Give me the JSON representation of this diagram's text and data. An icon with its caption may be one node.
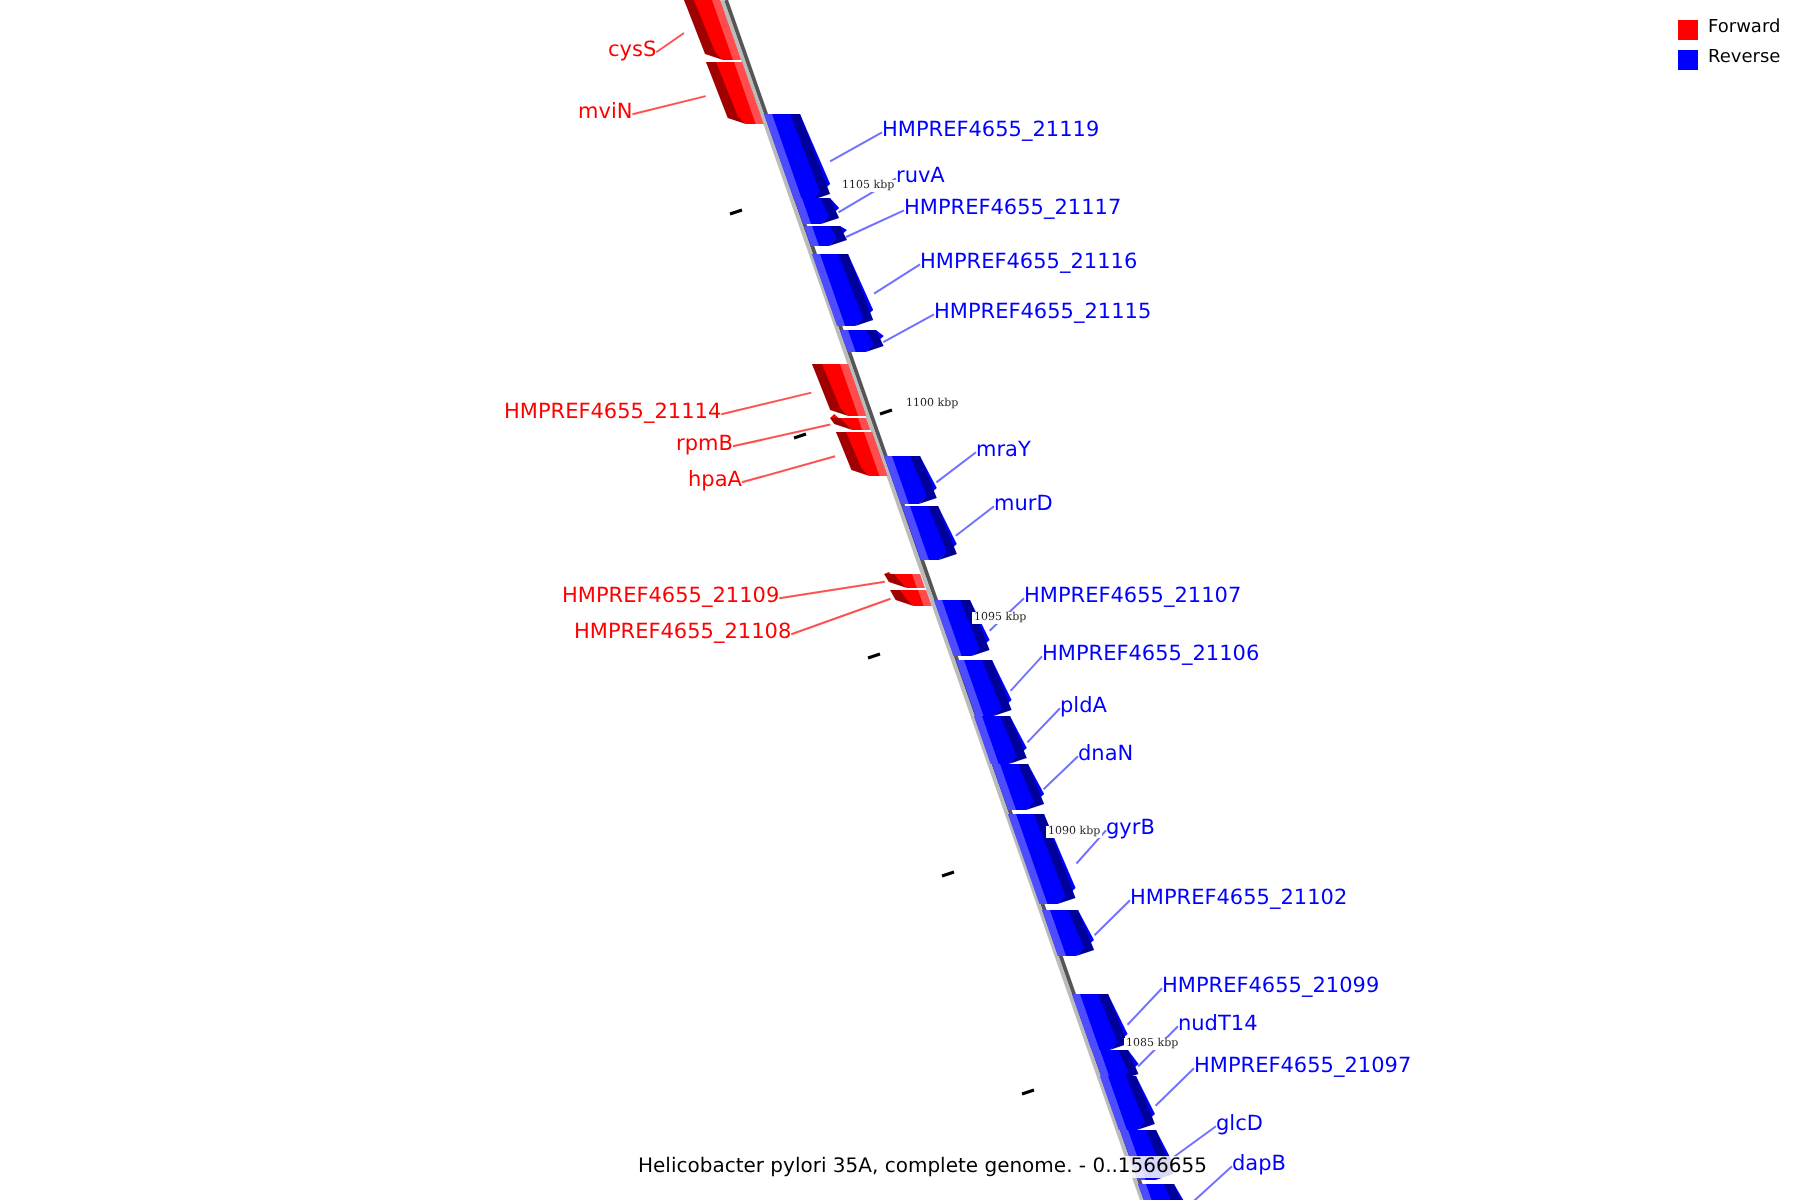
{
  "diagram": {
    "caption": "Helicobacter pylori 35A, complete genome. - 0..1566655",
    "nodes": [
      {
        "text": [
          "cysS"
        ]
      },
      {
        "text": [],
        "shape": "arrow"
      },
      {
        "text": [
          "mviN"
        ]
      },
      {
        "text": [],
        "shape": "arrow"
      },
      {
        "text": [
          "HMPREF4655_21119"
        ]
      },
      {
        "text": [],
        "shape": "arrow"
      },
      {
        "text": [
          "ruvA"
        ]
      },
      {
        "text": [],
        "shape": "arrow"
      },
      {
        "text": [
          "HMPREF4655_21117"
        ]
      },
      {
        "text": [],
        "shape": "arrow"
      },
      {
        "text": [
          "HMPREF4655_21116"
        ]
      },
      {
        "text": [],
        "shape": "arrow"
      },
      {
        "text": [
          "HMPREF4655_21115"
        ]
      },
      {
        "text": [],
        "shape": "arrow"
      },
      {
        "text": [
          "HMPREF4655_21114"
        ]
      },
      {
        "text": [],
        "shape": "arrow"
      },
      {
        "text": [
          "rpmB"
        ]
      },
      {
        "text": [],
        "shape": "arrow"
      },
      {
        "text": [
          "hpaA"
        ]
      },
      {
        "text": [],
        "shape": "arrow"
      },
      {
        "text": [
          "mraY"
        ]
      },
      {
        "text": [],
        "shape": "arrow"
      },
      {
        "text": [
          "murD"
        ]
      },
      {
        "text": [],
        "shape": "arrow"
      },
      {
        "text": [
          "HMPREF4655_21109"
        ]
      },
      {
        "text": [],
        "shape": "arrow"
      },
      {
        "text": [
          "HMPREF4655_21108"
        ]
      },
      {
        "text": [],
        "shape": "arrow"
      },
      {
        "text": [
          "HMPREF4655_21107"
        ]
      },
      {
        "text": [],
        "shape": "arrow"
      },
      {
        "text": [
          "HMPREF4655_21106"
        ]
      },
      {
        "text": [],
        "shape": "arrow"
      },
      {
        "text": [
          "pldA"
        ]
      },
      {
        "text": [],
        "shape": "arrow"
      },
      {
        "text": [
          "dnaN"
        ]
      },
      {
        "text": [],
        "shape": "arrow"
      },
      {
        "text": [
          "gyrB"
        ]
      },
      {
        "text": [],
        "shape": "arrow"
      },
      {
        "text": [
          "HMPREF4655_21102"
        ]
      },
      {
        "text": [],
        "shape": "arrow"
      },
      {
        "text": [
          "HMPREF4655_21099"
        ]
      },
      {
        "text": [],
        "shape": "arrow"
      },
      {
        "text": [
          "nudT14"
        ]
      },
      {
        "text": [],
        "shape": "arrow"
      },
      {
        "text": [
          "HMPREF4655_21097"
        ]
      },
      {
        "text": [],
        "shape": "arrow"
      },
      {
        "text": [
          "glcD"
        ]
      },
      {
        "text": [],
        "shape": "arrow"
      },
      {
        "text": [
          "dapB"
        ]
      },
      {
        "text": [],
        "shape": "arrow"
      }
    ],
    "edges": [
      {
        "from": 0,
        "to": 1,
        "arrow": "none",
        "color": "#ff5050"
      },
      {
        "from": 2,
        "to": 3,
        "arrow": "none",
        "color": "#ff5050"
      },
      {
        "from": 4,
        "to": 5,
        "arrow": "none"
      },
      {
        "from": 6,
        "to": 7,
        "arrow": "none"
      },
      {
        "from": 8,
        "to": 9,
        "arrow": "none"
      },
      {
        "from": 10,
        "to": 11,
        "arrow": "none"
      },
      {
        "from": 12,
        "to": 13,
        "arrow": "none"
      },
      {
        "from": 14,
        "to": 15,
        "arrow": "none",
        "color": "#ff5050"
      },
      {
        "from": 16,
        "to": 17,
        "arrow": "none",
        "color": "#ff5050"
      },
      {
        "from": 18,
        "to": 19,
        "arrow": "none",
        "color": "#ff5050"
      },
      {
        "from": 20,
        "to": 21,
        "arrow": "none"
      },
      {
        "from": 22,
        "to": 23,
        "arrow": "none"
      },
      {
        "from": 24,
        "to": 25,
        "arrow": "none",
        "color": "#ff5050"
      },
      {
        "from": 26,
        "to": 27,
        "arrow": "none",
        "color": "#ff5050"
      },
      {
        "from": 28,
        "to": 29,
        "arrow": "none"
      },
      {
        "from": 30,
        "to": 31,
        "arrow": "none"
      },
      {
        "from": 32,
        "to": 33,
        "arrow": "none"
      },
      {
        "from": 34,
        "to": 35,
        "arrow": "none"
      },
      {
        "from": 36,
        "to": 37,
        "arrow": "none"
      },
      {
        "from": 38,
        "to": 39,
        "arrow": "none"
      },
      {
        "from": 40,
        "to": 41,
        "arrow": "none"
      },
      {
        "from": 42,
        "to": 43,
        "arrow": "none"
      },
      {
        "from": 44,
        "to": 45,
        "arrow": "none"
      },
      {
        "from": 46,
        "to": 47,
        "arrow": "none"
      },
      {
        "from": 48,
        "to": 49,
        "arrow": "none"
      }
    ],
    "labels": [
      "1105 kbp",
      "1100 kbp",
      "1095 kbp",
      "1090 kbp",
      "1085 kbp"
    ],
    "legend": [
      {
        "text": "Forward",
        "color": "#ff0000"
      },
      {
        "text": "Reverse",
        "color": "#0000ff"
      }
    ]
  }
}
